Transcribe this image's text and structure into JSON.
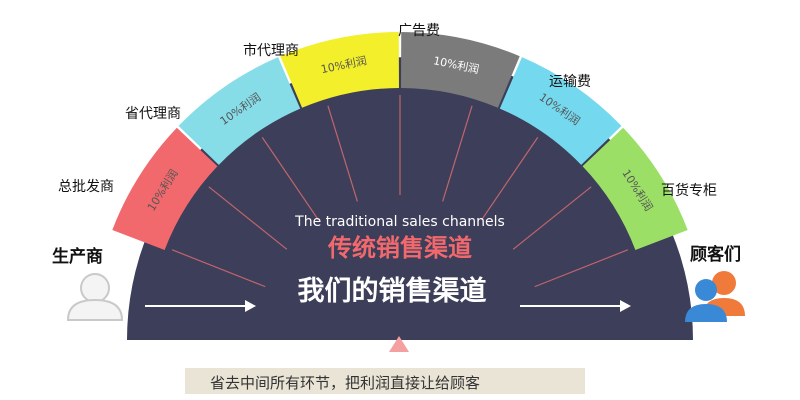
{
  "diagram": {
    "producer_label": "生产商",
    "customer_label": "顾客们",
    "segments": [
      {
        "name": "总批发商",
        "profit": "10%利润",
        "color": "#f1696c"
      },
      {
        "name": "省代理商",
        "profit": "10%利润",
        "color": "#86dde8"
      },
      {
        "name": "市代理商",
        "profit": "10%利润",
        "color": "#f3ef2a"
      },
      {
        "name": "广告费",
        "profit": "10%利润",
        "color": "#7b7b7b"
      },
      {
        "name": "运输费",
        "profit": "10%利润",
        "color": "#74d9ef"
      },
      {
        "name": "百货专柜",
        "profit": "10%利润",
        "color": "#9bdf66"
      }
    ],
    "dome_color": "#3d3e5a",
    "english_title": "The traditional sales channels",
    "traditional_title": "传统销售渠道",
    "our_title": "我们的销售渠道",
    "traditional_title_color": "#f1696c",
    "caption": "省去中间所有环节，把利润直接让给顾客"
  }
}
